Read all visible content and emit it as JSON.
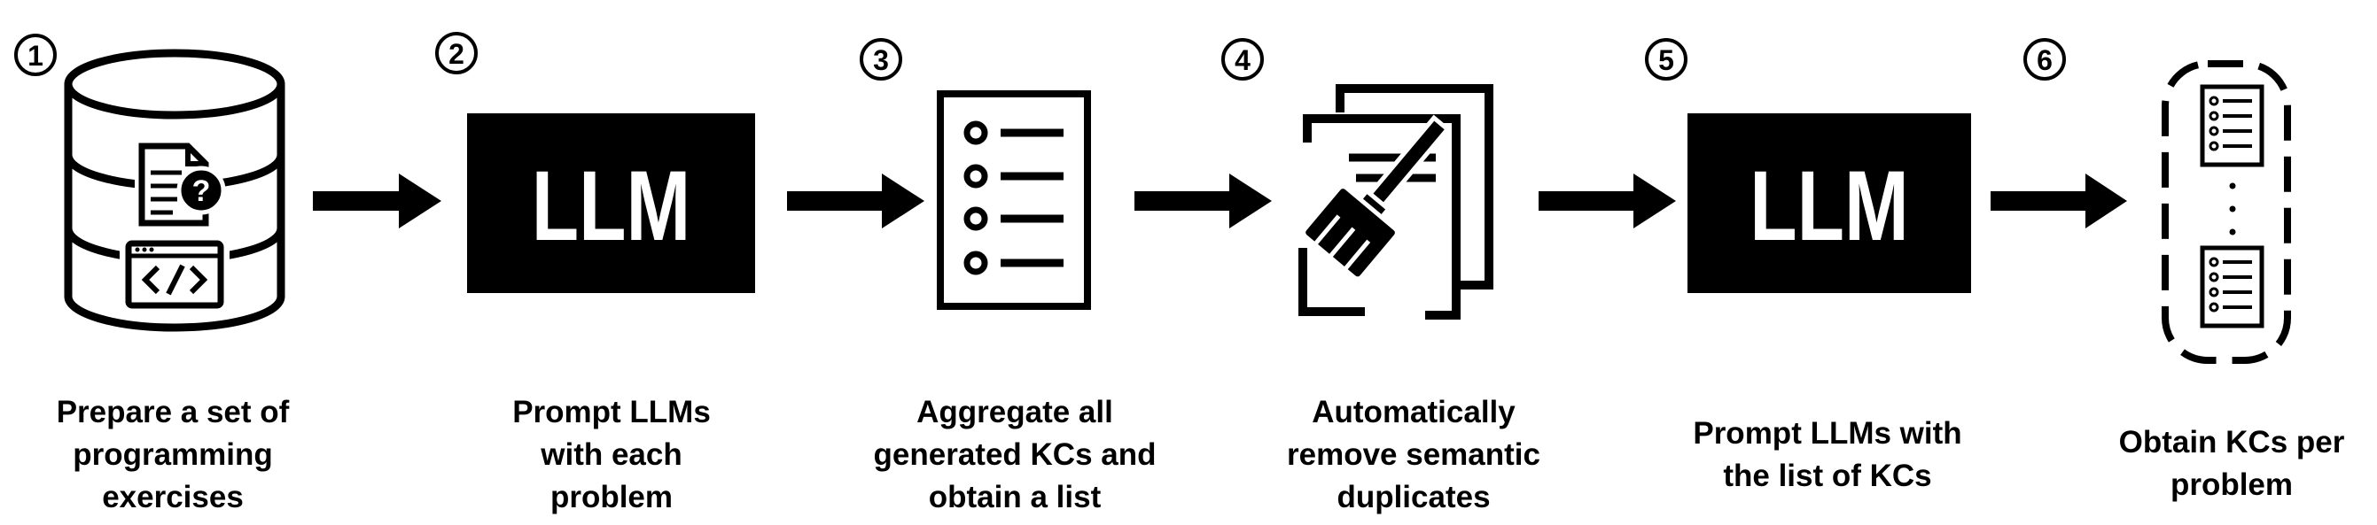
{
  "colors": {
    "ink": "#000000",
    "paper": "#ffffff"
  },
  "steps": [
    {
      "number": "1",
      "caption": "Prepare a set of\nprogramming\nexercises",
      "icon": "database-icon"
    },
    {
      "number": "2",
      "caption": "Prompt LLMs\nwith  each\nproblem",
      "icon": "llm-box-icon",
      "box_label": "LLM"
    },
    {
      "number": "3",
      "caption": "Aggregate all\ngenerated KCs and\nobtain a list",
      "icon": "list-document-icon"
    },
    {
      "number": "4",
      "caption": "Automatically\nremove semantic\nduplicates",
      "icon": "broom-documents-icon"
    },
    {
      "number": "5",
      "caption": "Prompt LLMs with\nthe list of KCs",
      "icon": "llm-box-icon",
      "box_label": "LLM"
    },
    {
      "number": "6",
      "caption": "Obtain KCs per\nproblem",
      "icon": "stacked-lists-icon"
    }
  ]
}
